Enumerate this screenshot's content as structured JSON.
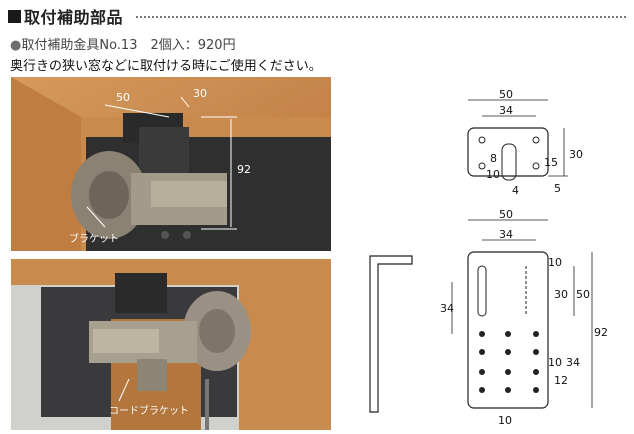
{
  "header": {
    "title": "取付補助部品"
  },
  "product": {
    "bullet": "●",
    "name": "取付補助金具No.13",
    "qty_price": "2個入：920円"
  },
  "description": "奥行きの狭い窓などに取付ける時にご使用ください。",
  "photo1": {
    "dim_width": "50",
    "dim_depth": "30",
    "dim_height": "92",
    "label": "ブラケット"
  },
  "photo2": {
    "label": "コードブラケット"
  },
  "top_drawing": {
    "w": "50",
    "inner": "34",
    "h": "30",
    "a": "8",
    "b": "10",
    "c": "15",
    "d": "4",
    "e": "5"
  },
  "front_drawing": {
    "w": "50",
    "inner": "34",
    "h": "92",
    "left34": "34",
    "r10a": "10",
    "r30": "30",
    "r50": "50",
    "r10b": "10",
    "r34": "34",
    "r12": "12",
    "bottom10": "10"
  }
}
